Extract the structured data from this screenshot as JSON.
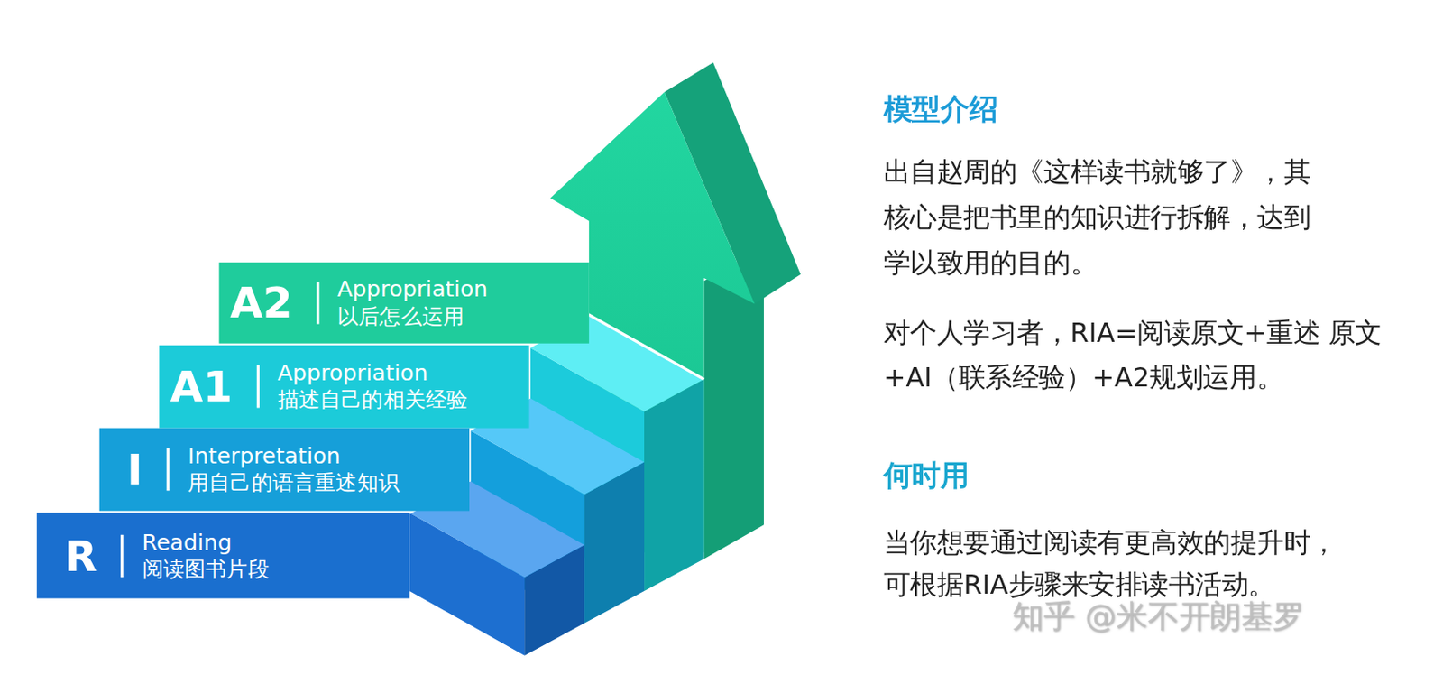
{
  "diagram": {
    "nodes": [
      {
        "text": [
          "A2",
          "Appropriation",
          "以后怎么运用"
        ]
      },
      {
        "text": [
          "A1",
          "Appropriation",
          "描述自己的相关经验"
        ]
      },
      {
        "text": [
          "I",
          "Interpretation",
          "用自己的语言重述知识"
        ]
      },
      {
        "text": [
          "R",
          "Reading",
          "阅读图书片段"
        ]
      }
    ],
    "labels": [
      "模型介绍",
      "出自赵周的《这样读书就够了》，其 核心是把书里的知识进行拆解，达到 学以致用的目的。",
      "对个人学习者，RIA=阅读原文+重述 原文+AI（联系经验）+A2规划运用。",
      "何时用",
      "当你想要通过阅读有更高效的提升时， 可根据RIA步骤来安排读书活动。",
      "知乎 @米不开朗基罗"
    ]
  }
}
